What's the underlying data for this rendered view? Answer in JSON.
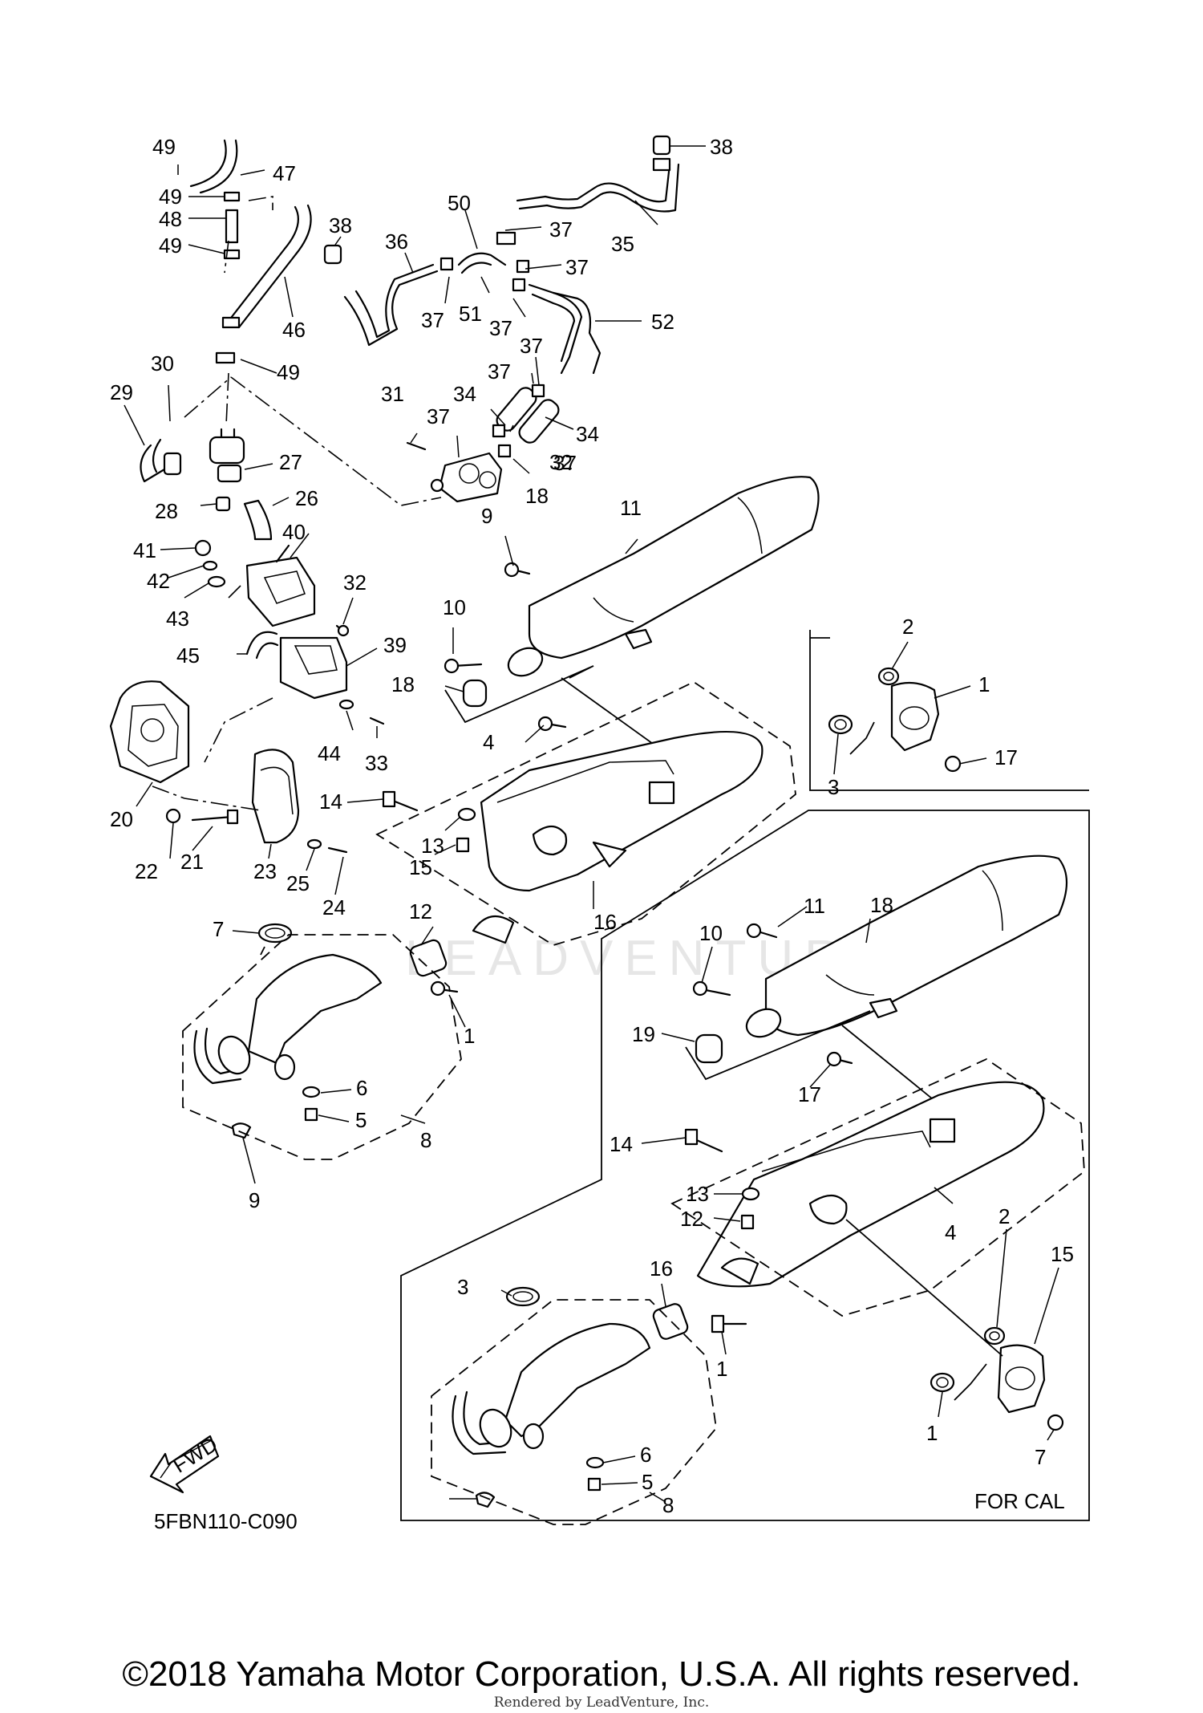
{
  "diagram": {
    "code": "5FBN110-C090",
    "fwd_label": "FWD",
    "for_cal_label": "FOR CAL",
    "watermark": "LEADVENTURE"
  },
  "callouts": [
    "49",
    "47",
    "49",
    "48",
    "49",
    "46",
    "49",
    "30",
    "29",
    "27",
    "28",
    "26",
    "41",
    "42",
    "43",
    "40",
    "32",
    "45",
    "39",
    "44",
    "33",
    "20",
    "22",
    "21",
    "23",
    "25",
    "24",
    "38",
    "36",
    "37",
    "50",
    "51",
    "37",
    "37",
    "37",
    "38",
    "35",
    "52",
    "37",
    "34",
    "37",
    "32",
    "31",
    "37",
    "34",
    "37",
    "18",
    "9",
    "11",
    "10",
    "18",
    "4",
    "2",
    "1",
    "3",
    "17",
    "14",
    "13",
    "15",
    "12",
    "16",
    "1",
    "7",
    "6",
    "5",
    "8",
    "9",
    "18",
    "11",
    "10",
    "19",
    "17",
    "14",
    "13",
    "12",
    "4",
    "2",
    "15",
    "16",
    "1",
    "3",
    "1",
    "7",
    "6",
    "5",
    "8"
  ],
  "footer": {
    "copyright": "©2018 Yamaha Motor Corporation, U.S.A. All rights reserved.",
    "rendered_by": "Rendered by LeadVenture, Inc."
  }
}
